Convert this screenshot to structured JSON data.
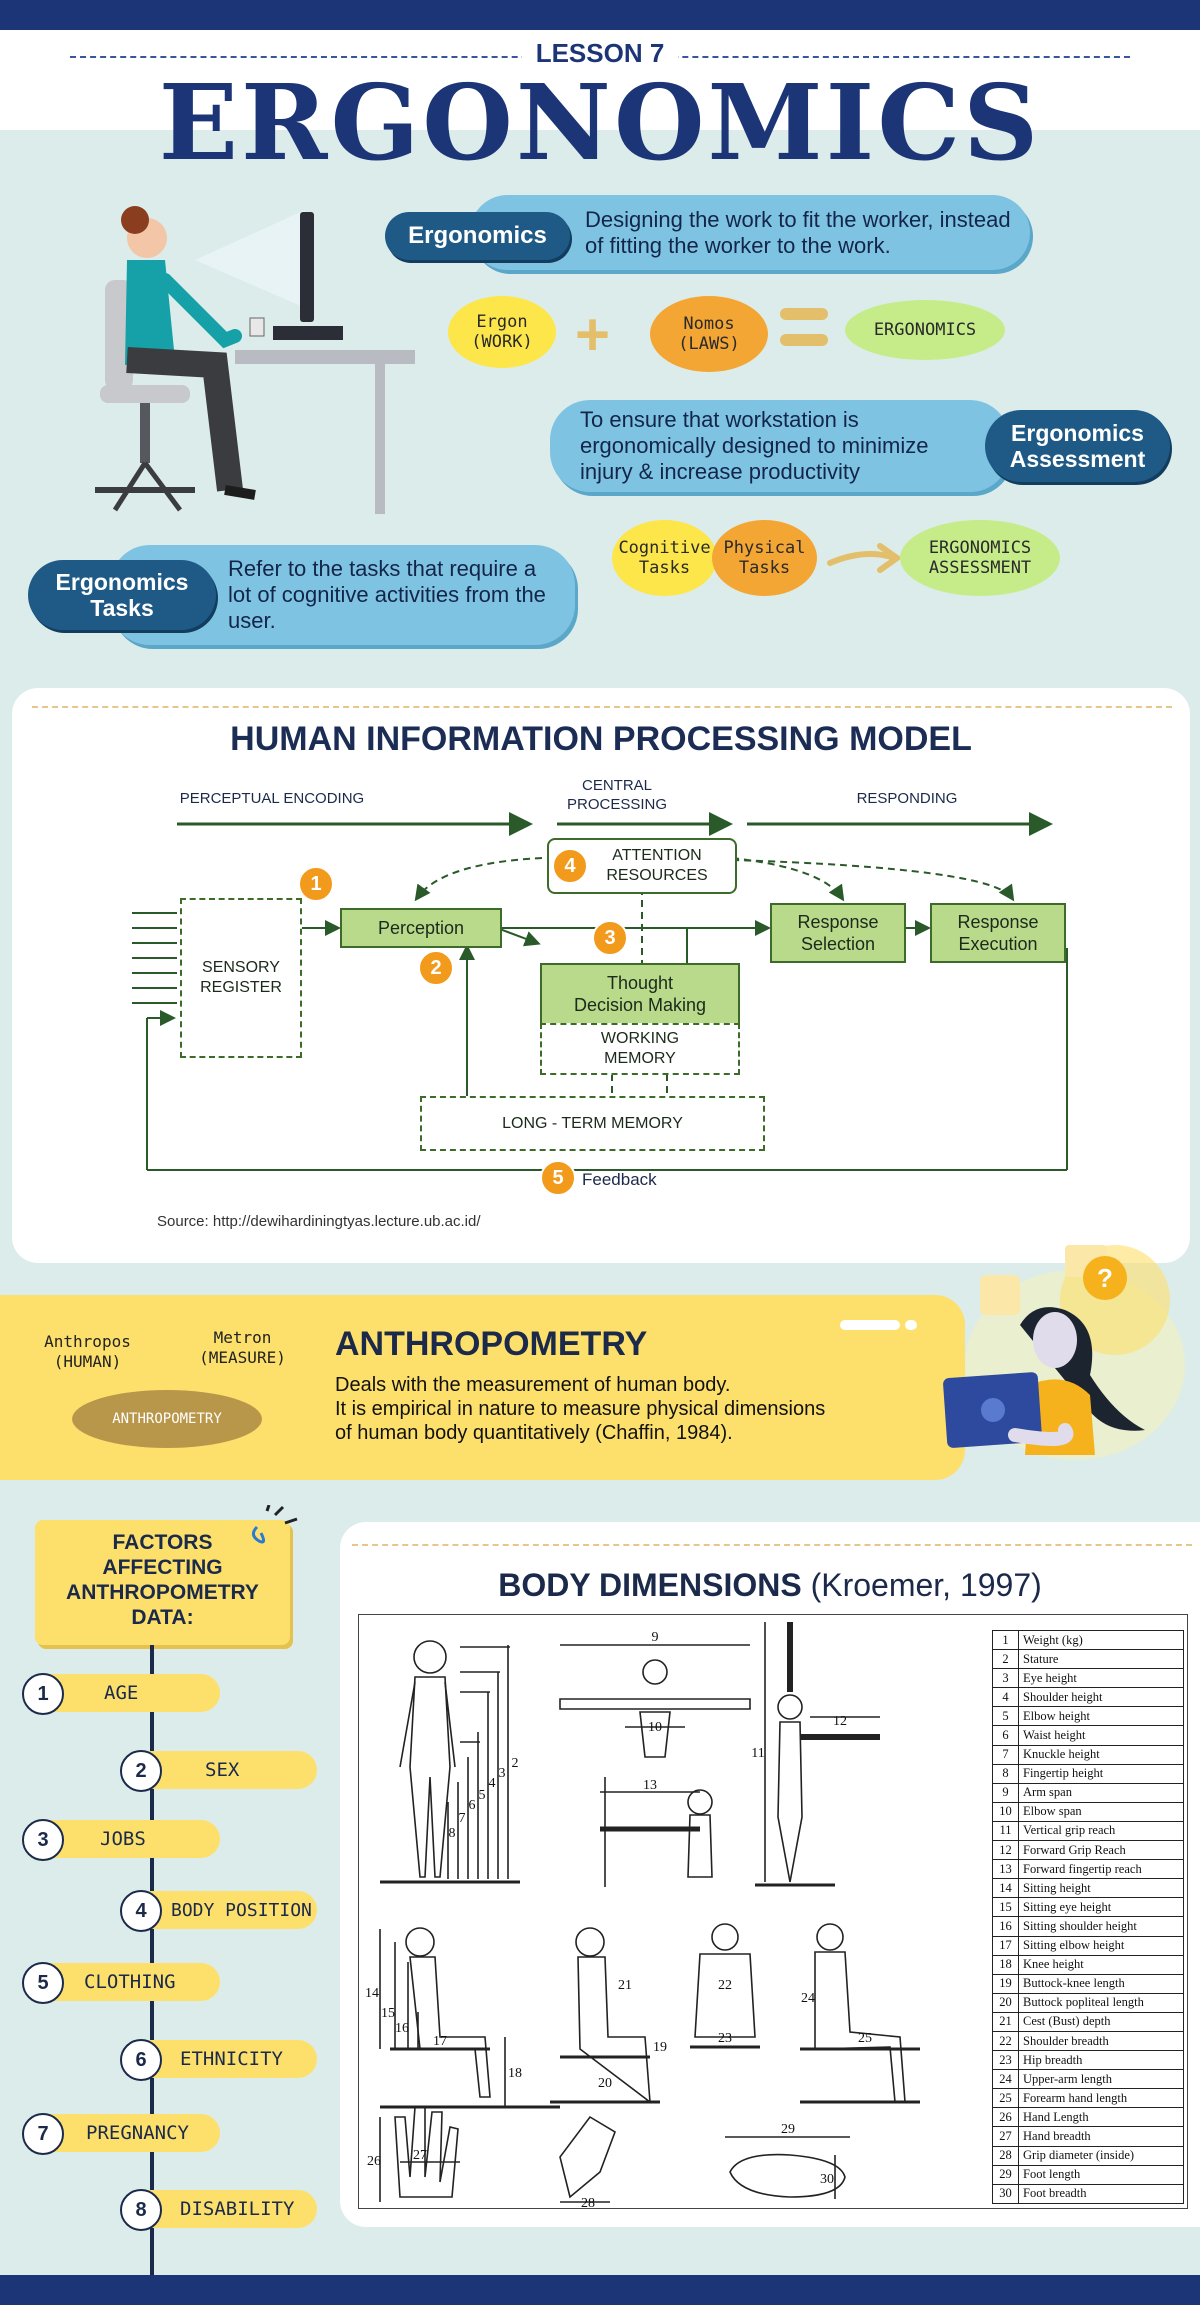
{
  "header": {
    "lesson": "LESSON 7",
    "title": "ERGONOMICS"
  },
  "ergonomics": {
    "label": "Ergonomics",
    "definition": "Designing the work to fit the worker, instead of fitting the worker to the work.",
    "ergon": "Ergon\n(WORK)",
    "nomos": "Nomos\n(LAWS)",
    "result": "ERGONOMICS"
  },
  "assessment": {
    "label": "Ergonomics\nAssessment",
    "definition": "To ensure that workstation is ergonomically designed to minimize injury & increase productivity",
    "cognitive": "Cognitive\nTasks",
    "physical": "Physical\nTasks",
    "result": "ERGONOMICS\nASSESSMENT"
  },
  "tasks": {
    "label": "Ergonomics\nTasks",
    "definition": "Refer to the tasks that require a lot of cognitive activities from the user."
  },
  "hipm": {
    "title": "HUMAN INFORMATION PROCESSING MODEL",
    "perceptual_encoding": "PERCEPTUAL ENCODING",
    "central_processing": "CENTRAL\nPROCESSING",
    "responding": "RESPONDING",
    "attention": "ATTENTION\nRESOURCES",
    "sensory": "SENSORY\nREGISTER",
    "perception": "Perception",
    "thought": "Thought\nDecision Making",
    "working_memory": "WORKING\nMEMORY",
    "response_selection": "Response\nSelection",
    "response_execution": "Response\nExecution",
    "long_term": "LONG - TERM MEMORY",
    "feedback": "Feedback",
    "numbers": [
      "1",
      "2",
      "3",
      "4",
      "5"
    ],
    "source": "Source: http://dewihardiningtyas.lecture.ub.ac.id/"
  },
  "anthropometry": {
    "anthropos": "Anthropos\n(HUMAN)",
    "metron": "Metron\n(MEASURE)",
    "result": "ANTHROPOMETRY",
    "title": "ANTHROPOMETRY",
    "line1": "Deals with the measurement of human body.",
    "line2": "It is empirical in nature to measure physical dimensions",
    "line3": "of human body quantitatively (Chaffin, 1984).",
    "question": "?"
  },
  "factors": {
    "title": "FACTORS\nAFFECTING\nANTHROPOMETRY\nDATA:",
    "items": [
      {
        "n": "1",
        "label": "AGE"
      },
      {
        "n": "2",
        "label": "SEX"
      },
      {
        "n": "3",
        "label": "JOBS"
      },
      {
        "n": "4",
        "label": "BODY POSITION"
      },
      {
        "n": "5",
        "label": "CLOTHING"
      },
      {
        "n": "6",
        "label": "ETHNICITY"
      },
      {
        "n": "7",
        "label": "PREGNANCY"
      },
      {
        "n": "8",
        "label": "DISABILITY"
      }
    ]
  },
  "body_dimensions": {
    "title": "BODY DIMENSIONS",
    "citation": "(Kroemer, 1997)",
    "figure_labels": [
      "9",
      "10",
      "13",
      "12",
      "11",
      "2",
      "3",
      "4",
      "5",
      "6",
      "7",
      "8",
      "14",
      "15",
      "16",
      "17",
      "18",
      "19",
      "20",
      "21",
      "22",
      "23",
      "24",
      "25",
      "26",
      "27",
      "28",
      "29",
      "30"
    ],
    "table": [
      {
        "n": "1",
        "label": "Weight (kg)"
      },
      {
        "n": "2",
        "label": "Stature"
      },
      {
        "n": "3",
        "label": "Eye height"
      },
      {
        "n": "4",
        "label": "Shoulder height"
      },
      {
        "n": "5",
        "label": "Elbow height"
      },
      {
        "n": "6",
        "label": "Waist height"
      },
      {
        "n": "7",
        "label": "Knuckle height"
      },
      {
        "n": "8",
        "label": "Fingertip height"
      },
      {
        "n": "9",
        "label": "Arm span"
      },
      {
        "n": "10",
        "label": "Elbow span"
      },
      {
        "n": "11",
        "label": "Vertical grip reach"
      },
      {
        "n": "12",
        "label": "Forward Grip Reach"
      },
      {
        "n": "13",
        "label": "Forward fingertip reach"
      },
      {
        "n": "14",
        "label": "Sitting height"
      },
      {
        "n": "15",
        "label": "Sitting eye height"
      },
      {
        "n": "16",
        "label": "Sitting shoulder height"
      },
      {
        "n": "17",
        "label": "Sitting elbow height"
      },
      {
        "n": "18",
        "label": "Knee height"
      },
      {
        "n": "19",
        "label": "Buttock-knee length"
      },
      {
        "n": "20",
        "label": "Buttock popliteal length"
      },
      {
        "n": "21",
        "label": "Cest (Bust) depth"
      },
      {
        "n": "22",
        "label": "Shoulder breadth"
      },
      {
        "n": "23",
        "label": "Hip breadth"
      },
      {
        "n": "24",
        "label": "Upper-arm length"
      },
      {
        "n": "25",
        "label": "Forearm hand length"
      },
      {
        "n": "26",
        "label": "Hand Length"
      },
      {
        "n": "27",
        "label": "Hand breadth"
      },
      {
        "n": "28",
        "label": "Grip diameter (inside)"
      },
      {
        "n": "29",
        "label": "Foot length"
      },
      {
        "n": "30",
        "label": "Foot breadth"
      }
    ]
  },
  "colors": {
    "navy": "#1c3577",
    "teal_dark": "#1f5a87",
    "sky": "#7fc3e3",
    "yellow": "#fde06b",
    "orange": "#f4a634",
    "green": "#c6ec8a"
  }
}
